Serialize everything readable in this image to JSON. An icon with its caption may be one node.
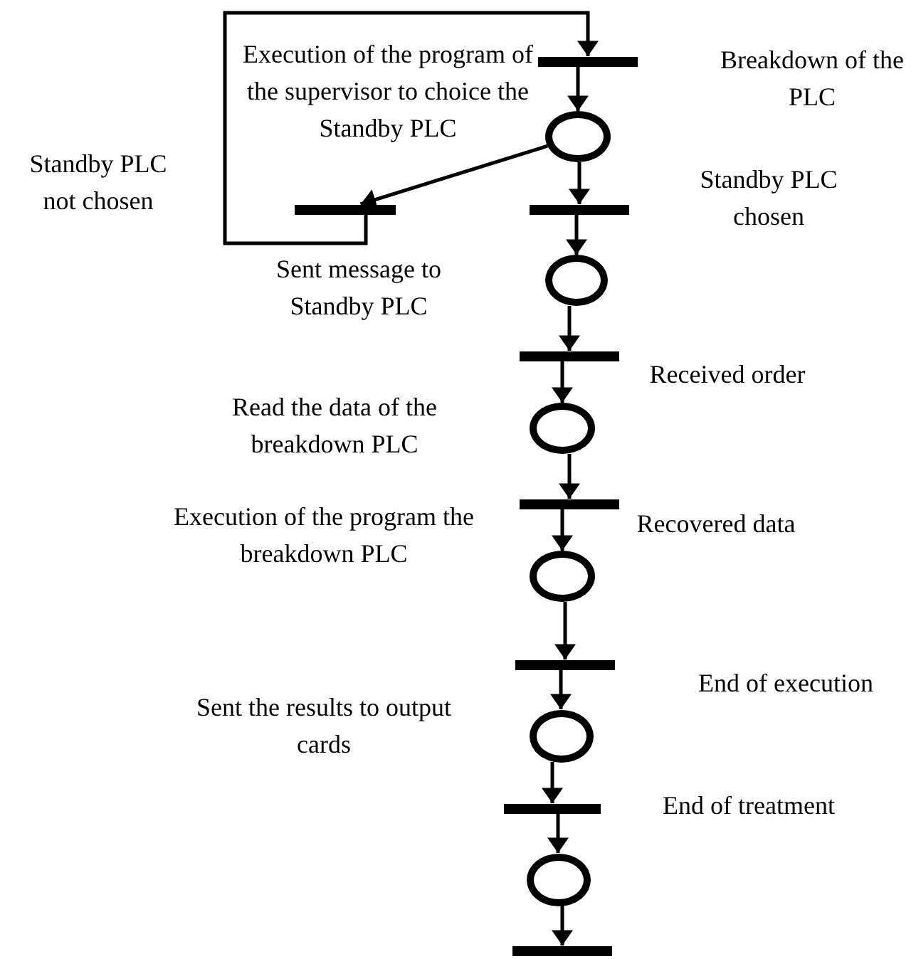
{
  "diagram": {
    "nodes": [
      {
        "text": [],
        "shape": "bar",
        "beside": [
          "Breakdown of the PLC"
        ]
      },
      {
        "text": [],
        "shape": "circle",
        "beside": [
          "Execution of the program of the supervisor to choice the Standby PLC"
        ]
      },
      {
        "text": [],
        "shape": "bar"
      },
      {
        "text": [],
        "shape": "bar",
        "beside": [
          "Standby PLC chosen"
        ]
      },
      {
        "text": [],
        "shape": "circle"
      },
      {
        "text": [],
        "shape": "bar",
        "beside": [
          "Received order"
        ]
      },
      {
        "text": [],
        "shape": "circle",
        "beside": [
          "Read the data of the breakdown PLC"
        ]
      },
      {
        "text": [],
        "shape": "bar",
        "beside": [
          "Recovered data"
        ]
      },
      {
        "text": [],
        "shape": "circle",
        "beside": [
          "Execution of the program the breakdown PLC"
        ]
      },
      {
        "text": [],
        "shape": "bar",
        "beside": [
          "End of execution"
        ]
      },
      {
        "text": [],
        "shape": "circle",
        "beside": [
          "Sent the results to output cards"
        ]
      },
      {
        "text": [],
        "shape": "bar",
        "beside": [
          "End of treatment"
        ]
      },
      {
        "text": [],
        "shape": "circle"
      },
      {
        "text": [],
        "shape": "bar"
      }
    ],
    "edges": [
      {
        "from": 2,
        "to": 0,
        "arrow": "to"
      },
      {
        "from": 0,
        "to": 1,
        "arrow": "to"
      },
      {
        "from": 1,
        "to": 2,
        "arrow": "to"
      },
      {
        "from": 1,
        "to": 3,
        "arrow": "to"
      },
      {
        "from": 3,
        "to": 4,
        "arrow": "to"
      },
      {
        "from": 4,
        "to": 5,
        "arrow": "to"
      },
      {
        "from": 5,
        "to": 6,
        "arrow": "to"
      },
      {
        "from": 6,
        "to": 7,
        "arrow": "to"
      },
      {
        "from": 7,
        "to": 8,
        "arrow": "to"
      },
      {
        "from": 8,
        "to": 9,
        "arrow": "to"
      },
      {
        "from": 9,
        "to": 10,
        "arrow": "to"
      },
      {
        "from": 10,
        "to": 11,
        "arrow": "to"
      },
      {
        "from": 11,
        "to": 12,
        "arrow": "to"
      },
      {
        "from": 12,
        "to": 13,
        "arrow": "to"
      }
    ],
    "labels": [
      "Standby PLC not chosen",
      "Sent message to Standby PLC"
    ]
  }
}
